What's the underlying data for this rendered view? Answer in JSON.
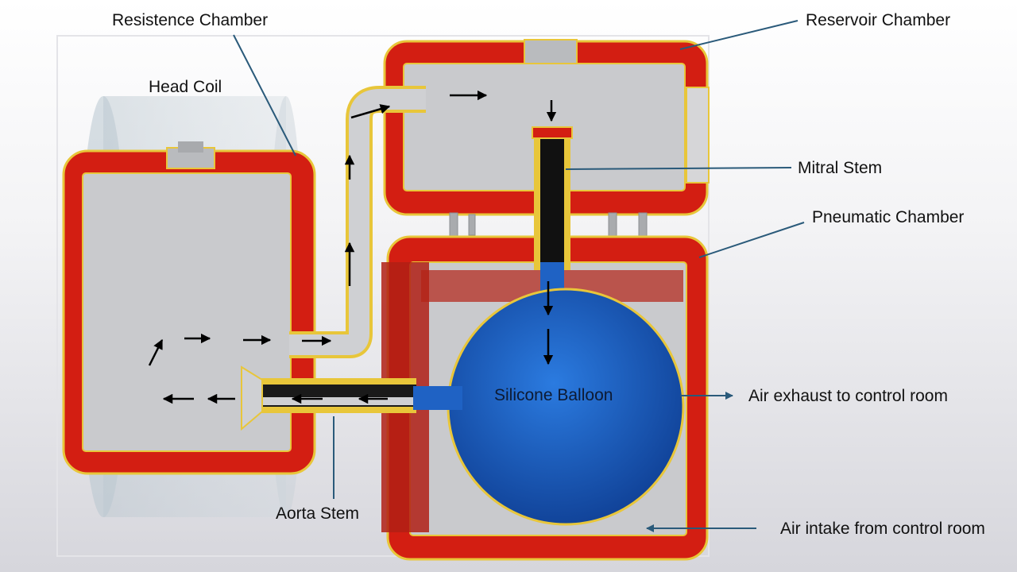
{
  "labels": {
    "resistence_chamber": "Resistence Chamber",
    "reservoir_chamber": "Reservoir Chamber",
    "head_coil": "Head Coil",
    "mitral_stem": "Mitral Stem",
    "pneumatic_chamber": "Pneumatic Chamber",
    "silicone_balloon": "Silicone Balloon",
    "air_exhaust": "Air exhaust to control room",
    "aorta_stem": "Aorta Stem",
    "air_intake": "Air intake from  control room"
  },
  "colors": {
    "chamber_wall": "#d31e12",
    "wall_outline": "#e8c63a",
    "chamber_interior": "#c9cacd",
    "balloon": "#1f62c4",
    "leader_line": "#2a5a7a",
    "flow_arrow": "#000000"
  }
}
